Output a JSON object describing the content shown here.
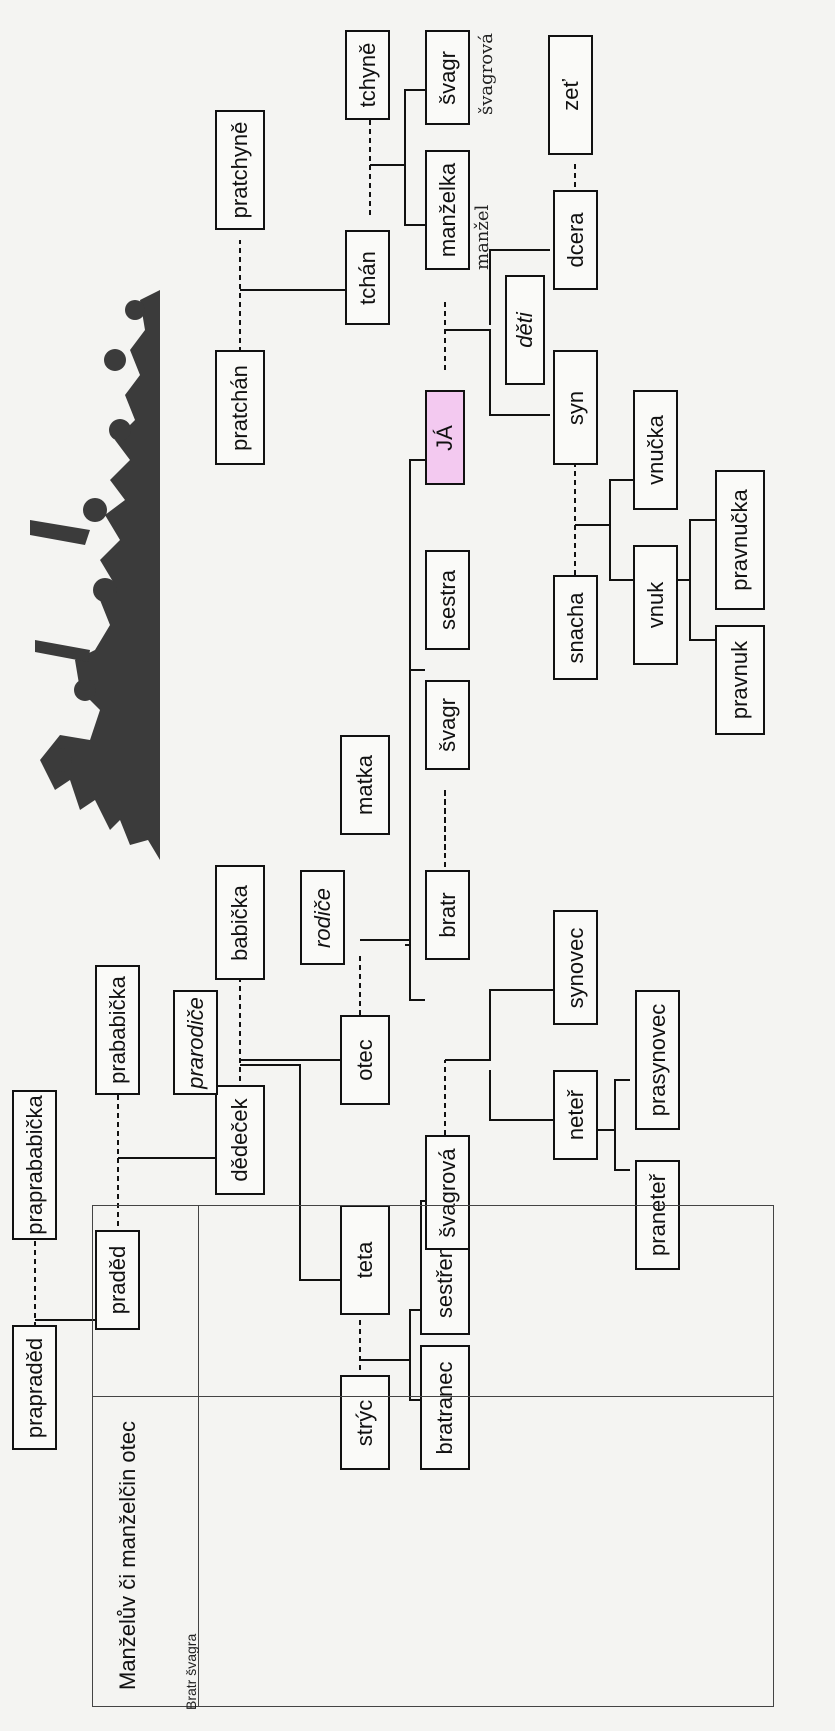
{
  "diagram": {
    "people": {
      "prapradet": "prapraděd",
      "praprababicka": "praprababička",
      "pradet": "praděd",
      "prababicka": "prababička",
      "dedecek": "dědeček",
      "prarodice": "prarodiče",
      "babicka": "babička",
      "stryc": "strýc",
      "teta": "teta",
      "bratranec": "bratranec",
      "sestrenice": "sestřenice",
      "otec": "otec",
      "rodice": "rodiče",
      "matka": "matka",
      "svagrova": "švagrová",
      "bratr": "bratr",
      "svagr_left": "švagr",
      "sestra": "sestra",
      "ja": "JÁ",
      "manzelka": "manželka",
      "svagr_right": "švagr",
      "tchan": "tchán",
      "tchyne": "tchyně",
      "pratchan": "pratchán",
      "pratchyne": "pratchyně",
      "neter": "neteř",
      "synovec": "synovec",
      "praneter": "praneteř",
      "prasynovec": "prasynovec",
      "snacha": "snacha",
      "syn": "syn",
      "deti": "děti",
      "dcera": "dcera",
      "zet": "zeť",
      "vnuk": "vnuk",
      "vnucka": "vnučka",
      "pravnuk": "pravnuk",
      "pravnucka": "pravnučka"
    },
    "handwritten": {
      "manzel": "manžel",
      "svagrova": "švagrová"
    }
  },
  "table": {
    "title": "Manželův či manželčin otec",
    "subtitle": "Bratr švagra"
  }
}
